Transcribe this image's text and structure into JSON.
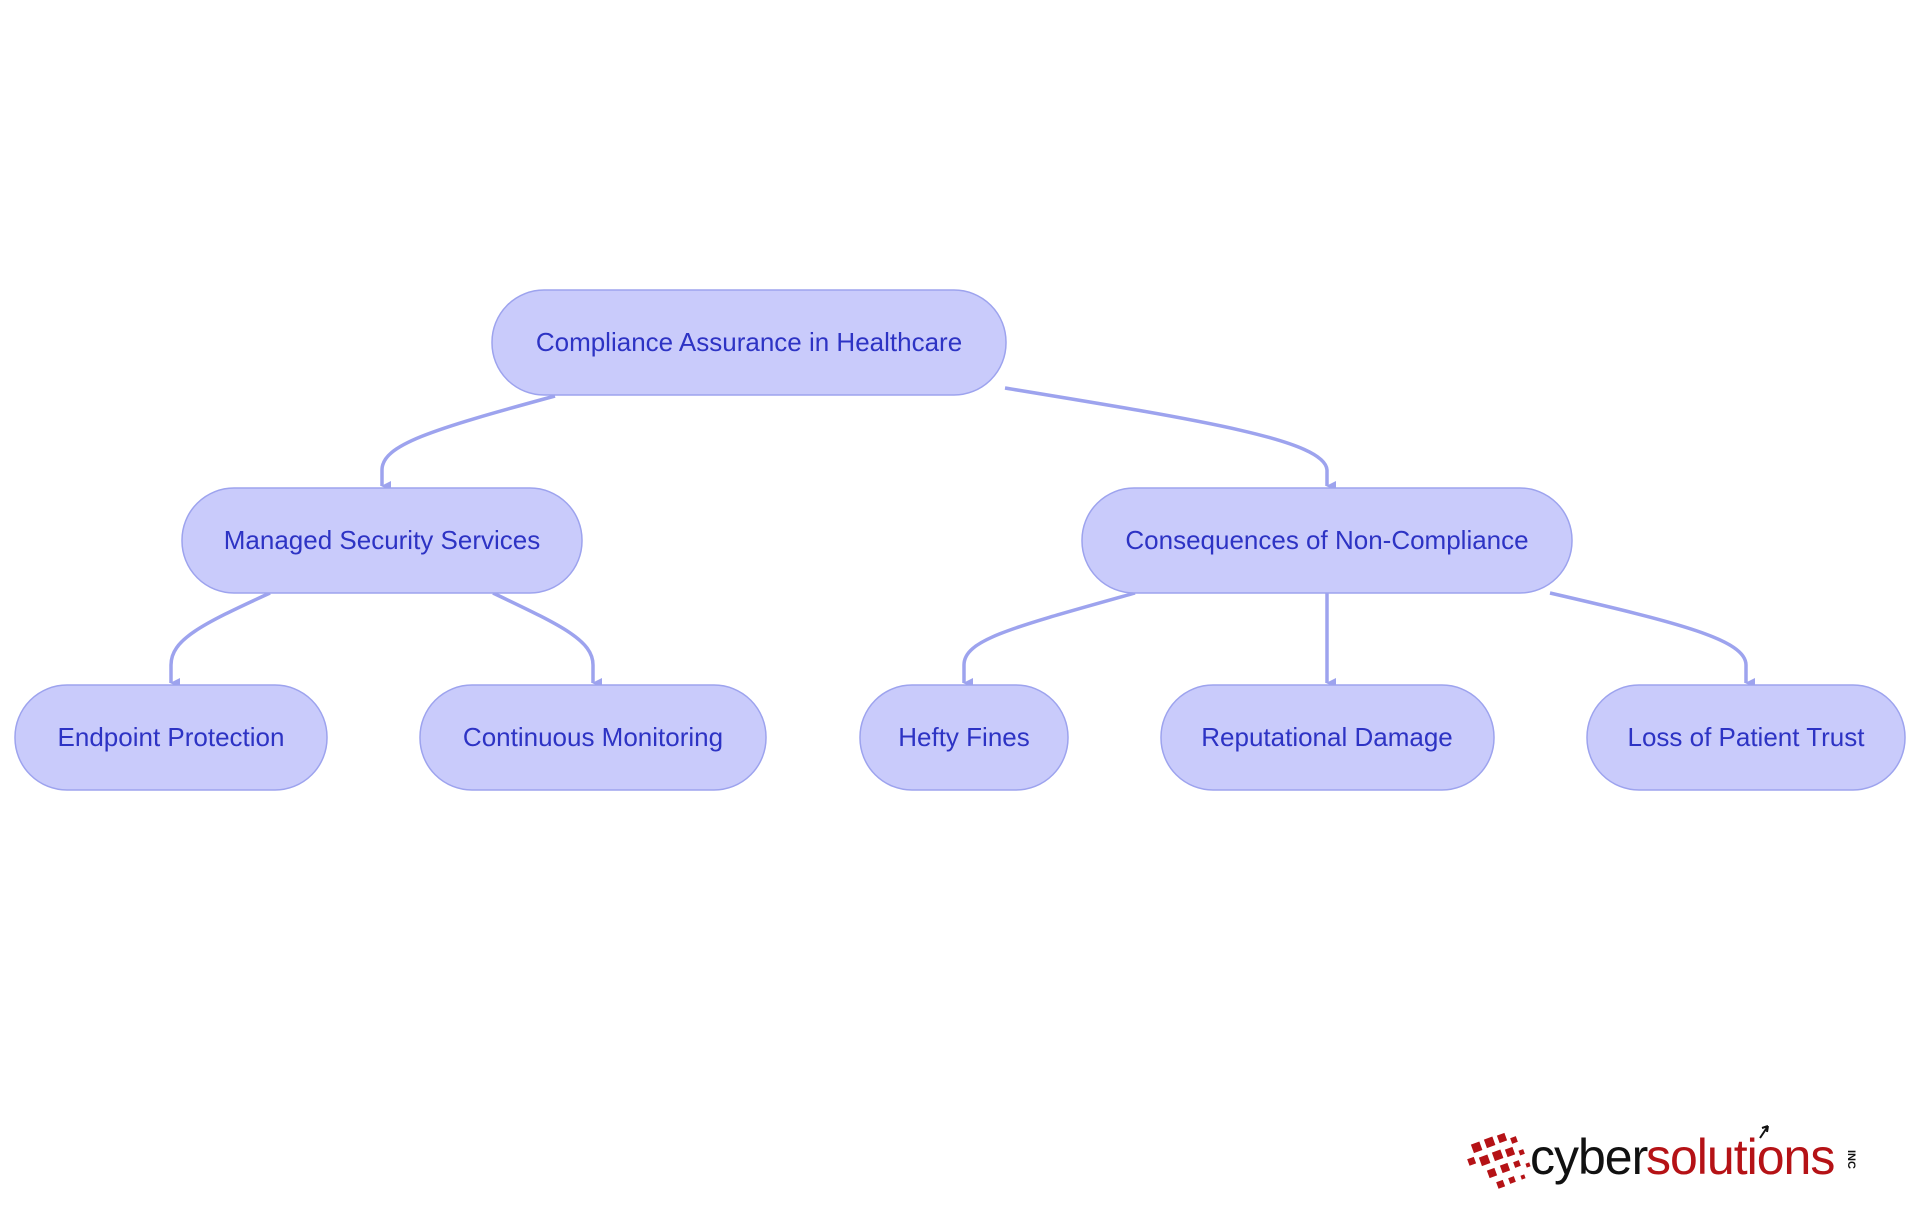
{
  "diagram": {
    "colors": {
      "node_fill": "#c9cbfb",
      "node_stroke": "#9da3ee",
      "node_text": "#2d33c4",
      "edge": "#9da3ee"
    },
    "nodes": {
      "root": {
        "label": "Compliance Assurance in Healthcare"
      },
      "managed": {
        "label": "Managed Security Services"
      },
      "consequences": {
        "label": "Consequences of Non-Compliance"
      },
      "endpoint": {
        "label": "Endpoint Protection"
      },
      "monitoring": {
        "label": "Continuous Monitoring"
      },
      "fines": {
        "label": "Hefty Fines"
      },
      "reputation": {
        "label": "Reputational Damage"
      },
      "trust": {
        "label": "Loss of Patient Trust"
      }
    },
    "edges": [
      {
        "from": "root",
        "to": "managed"
      },
      {
        "from": "root",
        "to": "consequences"
      },
      {
        "from": "managed",
        "to": "endpoint"
      },
      {
        "from": "managed",
        "to": "monitoring"
      },
      {
        "from": "consequences",
        "to": "fines"
      },
      {
        "from": "consequences",
        "to": "reputation"
      },
      {
        "from": "consequences",
        "to": "trust"
      }
    ]
  },
  "logo": {
    "cyber": "cyber",
    "solutions": "solutions",
    "inc": "INC",
    "colors": {
      "cyber": "#111111",
      "solutions": "#b51216",
      "mark": "#b51216"
    }
  }
}
